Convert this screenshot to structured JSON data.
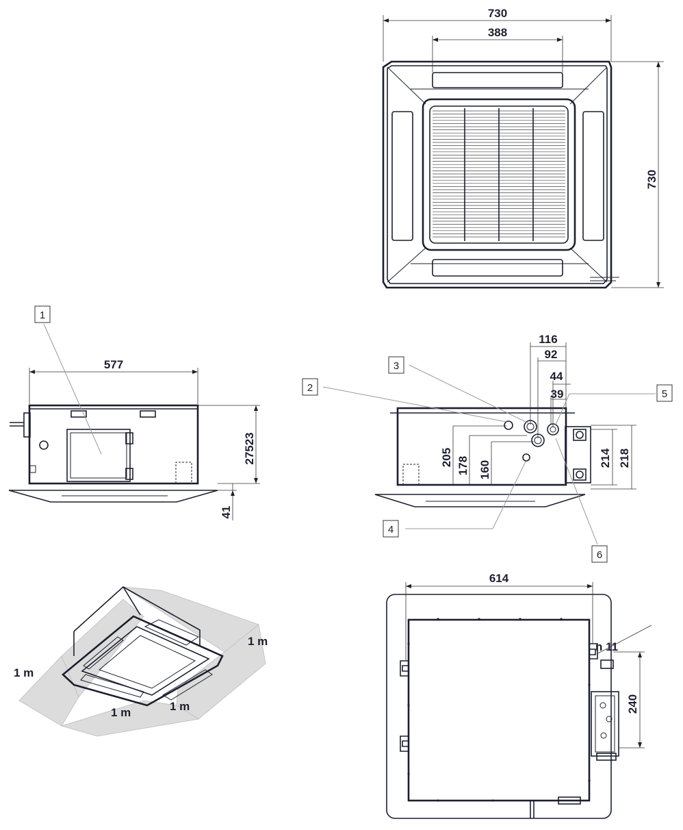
{
  "dimensions": {
    "top_width": "730",
    "top_grille_width": "388",
    "top_height": "730",
    "side_width": "577",
    "side_height": "27523",
    "side_panel": "41",
    "pipe_116": "116",
    "pipe_92": "92",
    "pipe_44": "44",
    "pipe_39": "39",
    "h_205": "205",
    "h_178": "178",
    "h_160": "160",
    "h_214": "214",
    "h_218": "218",
    "bottom_width": "614",
    "hole": "n 11",
    "bracket": "240"
  },
  "callouts": [
    "1",
    "2",
    "3",
    "4",
    "5",
    "6"
  ],
  "clearance": {
    "left": "1 m",
    "right": "1 m",
    "front_left": "1 m",
    "front_right": "1 m"
  },
  "colors": {
    "line": "#1c1f2e",
    "zone": "#dcdcdc",
    "leader": "#999999"
  }
}
